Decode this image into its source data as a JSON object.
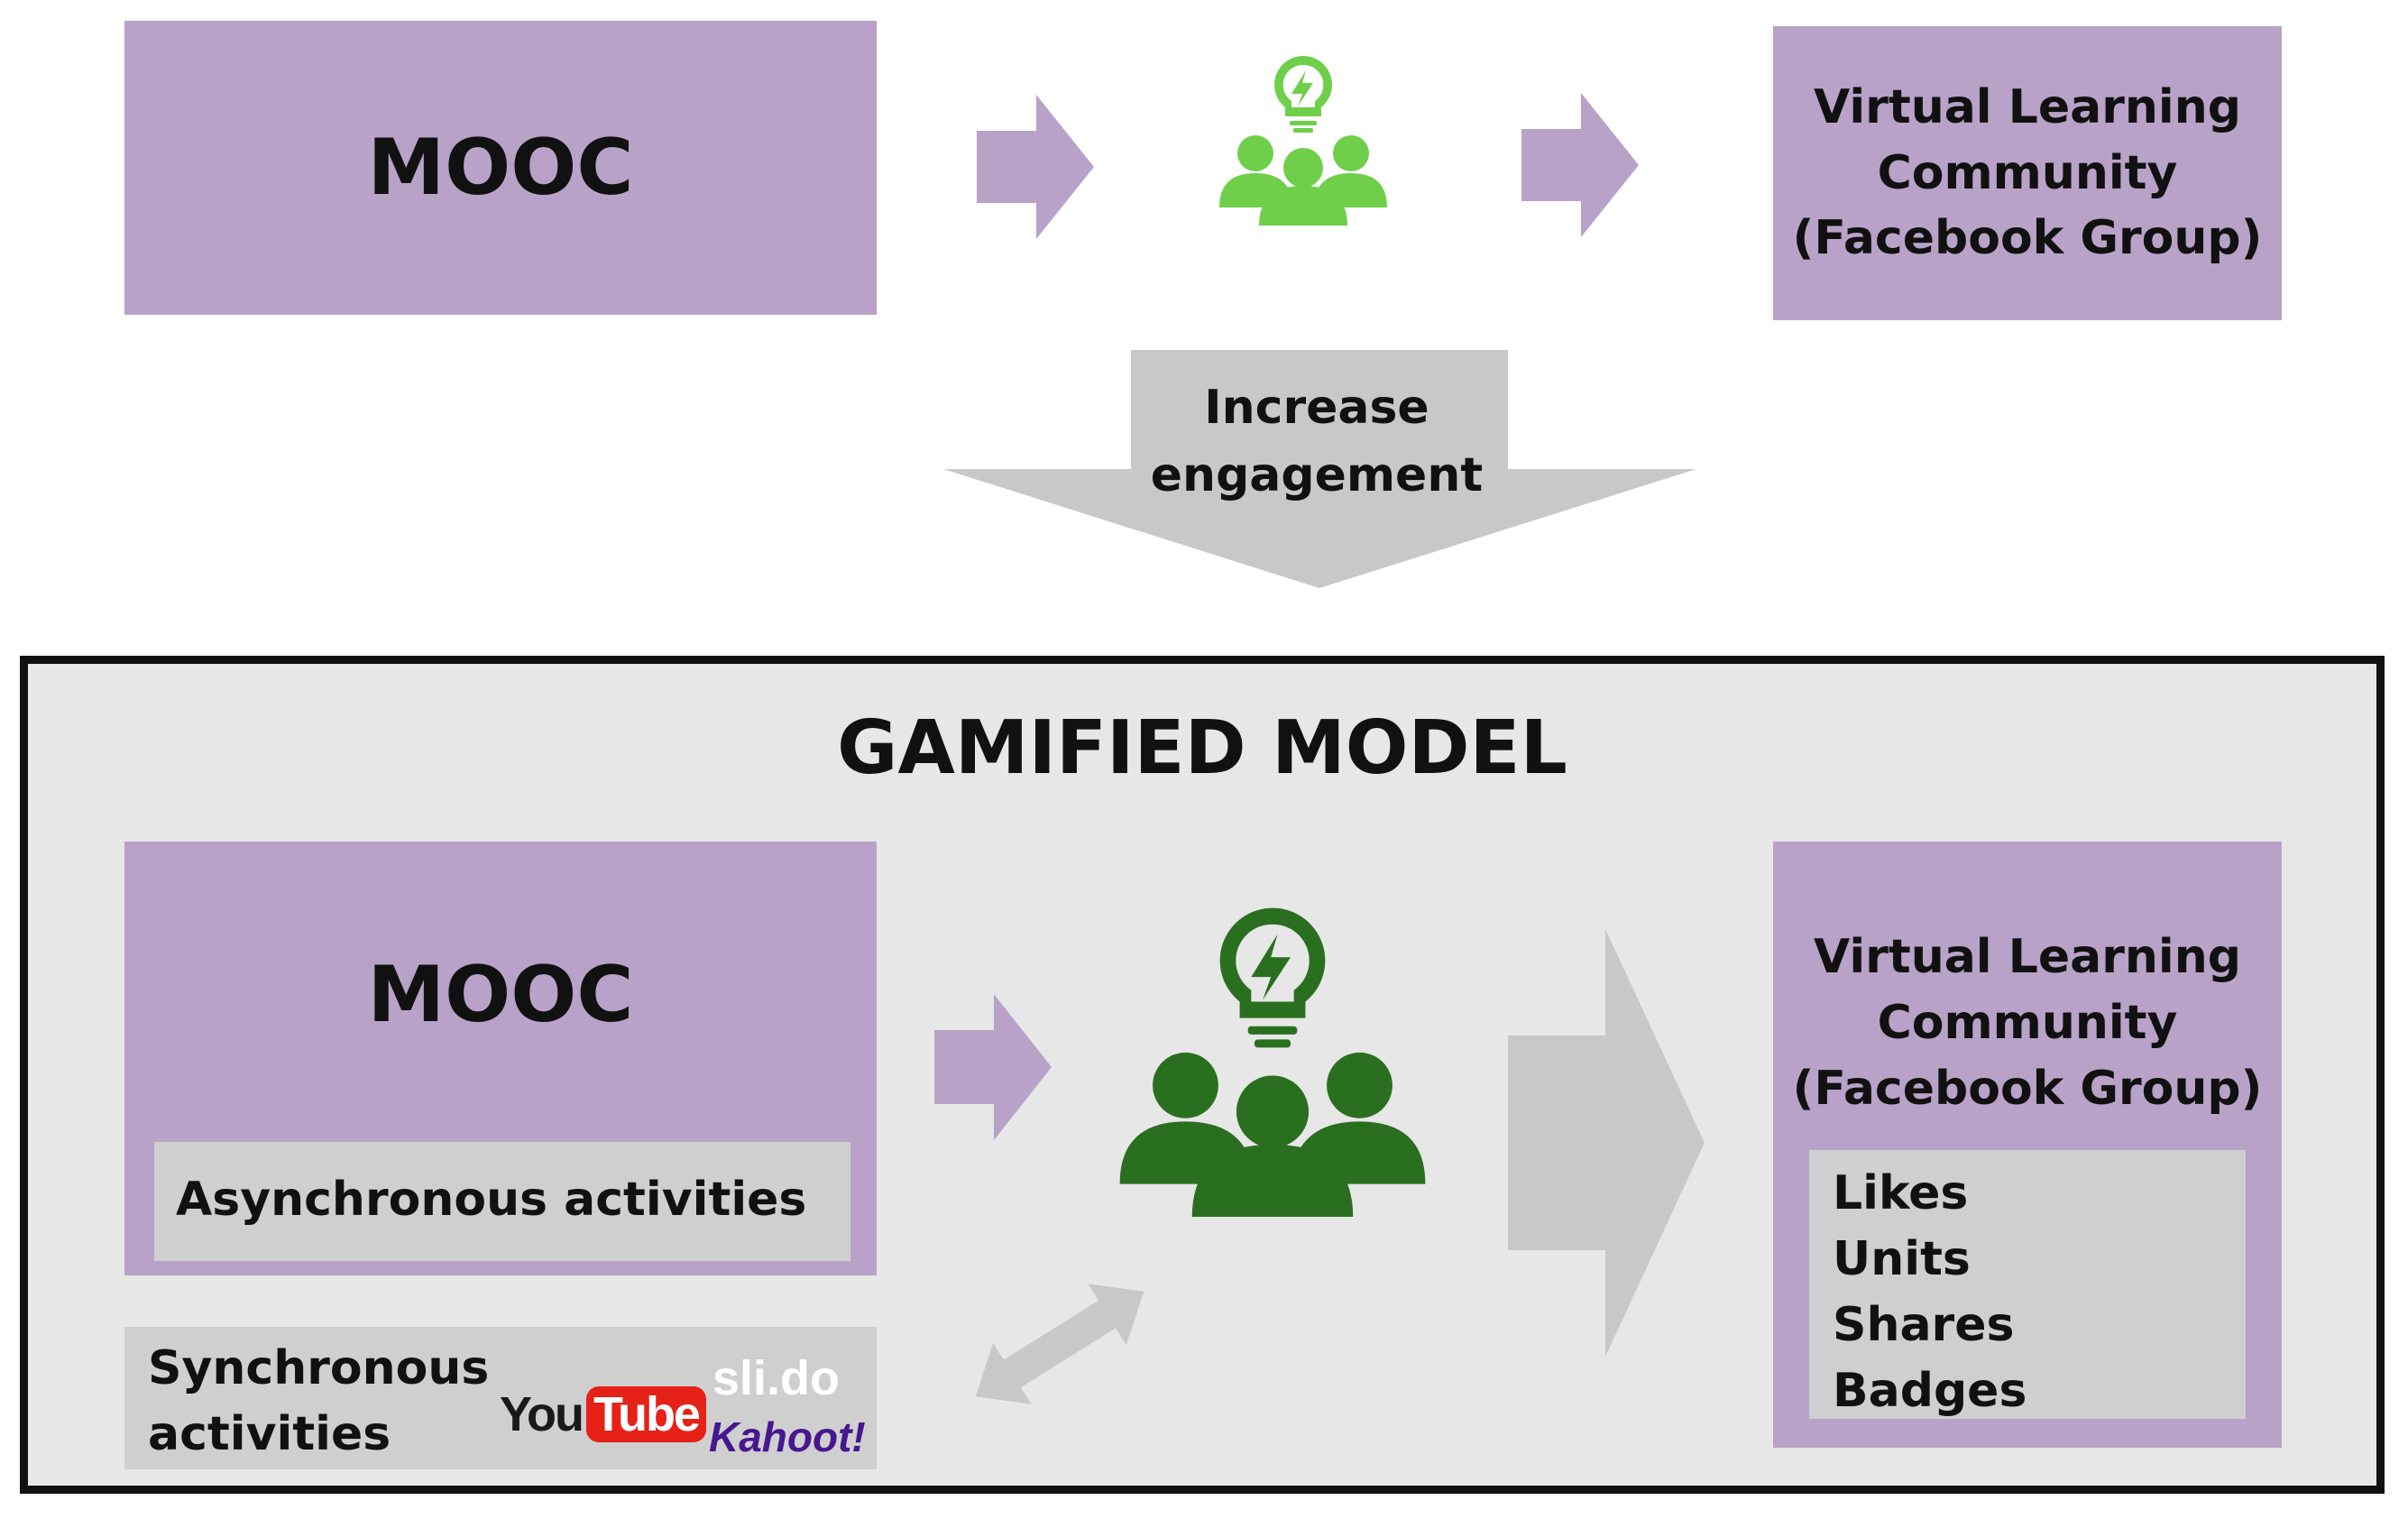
{
  "top_row": {
    "mooc_label": "MOOC",
    "vlc_label": "Virtual Learning\nCommunity\n(Facebook Group)"
  },
  "connector": {
    "label": "Increase\nengagement"
  },
  "gamified": {
    "title": "GAMIFIED MODEL",
    "mooc_label": "MOOC",
    "async_label": "Asynchronous activities",
    "sync_label": "Synchronous\nactivities",
    "vlc_label": "Virtual Learning\nCommunity\n(Facebook Group)",
    "metrics": [
      "Likes",
      "Units",
      "Shares",
      "Badges"
    ],
    "logos": {
      "youtube_you": "You",
      "youtube_tube": "Tube",
      "slido": "sli.do",
      "kahoot": "Kahoot!"
    }
  },
  "colors": {
    "purple": "#b9a2c8",
    "grey_box": "#cfcfcf",
    "panel_bg": "#e7e7e7",
    "light_green": "#6fcf4a",
    "dark_green": "#2a6f1f",
    "youtube_red": "#e62117",
    "kahoot_purple": "#46178f"
  }
}
